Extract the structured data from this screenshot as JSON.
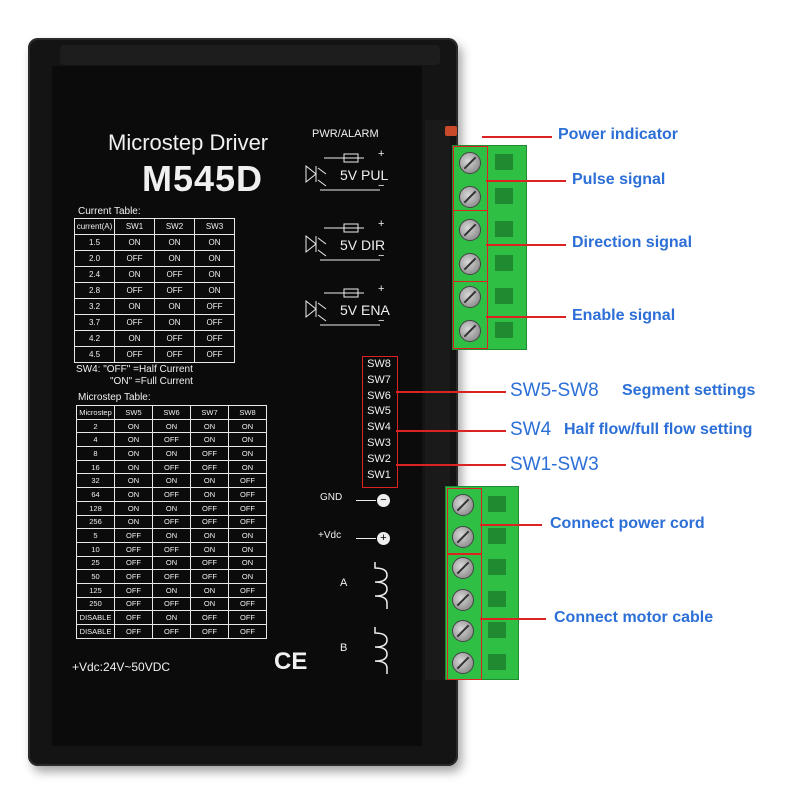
{
  "device": {
    "title": "Microstep Driver",
    "model": "M545D",
    "current_table_label": "Current Table:",
    "current_table": {
      "headers": [
        "current(A)",
        "SW1",
        "SW2",
        "SW3"
      ],
      "rows": [
        [
          "1.5",
          "ON",
          "ON",
          "ON"
        ],
        [
          "2.0",
          "OFF",
          "ON",
          "ON"
        ],
        [
          "2.4",
          "ON",
          "OFF",
          "ON"
        ],
        [
          "2.8",
          "OFF",
          "OFF",
          "ON"
        ],
        [
          "3.2",
          "ON",
          "ON",
          "OFF"
        ],
        [
          "3.7",
          "OFF",
          "ON",
          "OFF"
        ],
        [
          "4.2",
          "ON",
          "OFF",
          "OFF"
        ],
        [
          "4.5",
          "OFF",
          "OFF",
          "OFF"
        ]
      ]
    },
    "sw4_note_line1": "SW4: \"OFF\" =Half Current",
    "sw4_note_line2": "\"ON\" =Full Current",
    "microstep_table_label": "Microstep Table:",
    "microstep_table": {
      "headers": [
        "Microstep",
        "SW5",
        "SW6",
        "SW7",
        "SW8"
      ],
      "rows": [
        [
          "2",
          "ON",
          "ON",
          "ON",
          "ON"
        ],
        [
          "4",
          "ON",
          "OFF",
          "ON",
          "ON"
        ],
        [
          "8",
          "ON",
          "ON",
          "OFF",
          "ON"
        ],
        [
          "16",
          "ON",
          "OFF",
          "OFF",
          "ON"
        ],
        [
          "32",
          "ON",
          "ON",
          "ON",
          "OFF"
        ],
        [
          "64",
          "ON",
          "OFF",
          "ON",
          "OFF"
        ],
        [
          "128",
          "ON",
          "ON",
          "OFF",
          "OFF"
        ],
        [
          "256",
          "ON",
          "OFF",
          "OFF",
          "OFF"
        ],
        [
          "5",
          "OFF",
          "ON",
          "ON",
          "ON"
        ],
        [
          "10",
          "OFF",
          "OFF",
          "ON",
          "ON"
        ],
        [
          "25",
          "OFF",
          "ON",
          "OFF",
          "ON"
        ],
        [
          "50",
          "OFF",
          "OFF",
          "OFF",
          "ON"
        ],
        [
          "125",
          "OFF",
          "ON",
          "ON",
          "OFF"
        ],
        [
          "250",
          "OFF",
          "OFF",
          "ON",
          "OFF"
        ],
        [
          "DISABLE",
          "OFF",
          "ON",
          "OFF",
          "OFF"
        ],
        [
          "DISABLE",
          "OFF",
          "OFF",
          "OFF",
          "OFF"
        ]
      ]
    },
    "vdc_label": "+Vdc:24V~50VDC",
    "ce_mark": "CE",
    "pwr_alarm": "PWR/ALARM",
    "signals": [
      "5V PUL",
      "5V DIR",
      "5V ENA"
    ],
    "plus": "+",
    "minus": "−",
    "switches": [
      "SW8",
      "SW7",
      "SW6",
      "SW5",
      "SW4",
      "SW3",
      "SW2",
      "SW1"
    ],
    "gnd_label": "GND",
    "vdc_pin_label": "+Vdc",
    "coil_a": "A",
    "coil_b": "B"
  },
  "callouts": {
    "power_indicator": "Power indicator",
    "pulse_signal": "Pulse signal",
    "direction_signal": "Direction signal",
    "enable_signal": "Enable signal",
    "sw5_sw8": "SW5-SW8",
    "segment_settings": "Segment settings",
    "sw4": "SW4",
    "half_full_flow": "Half flow/full flow setting",
    "sw1_sw3": "SW1-SW3",
    "power_cord": "Connect power cord",
    "motor_cable": "Connect motor cable"
  },
  "colors": {
    "callout_text": "#2c6fd6",
    "callout_line": "#dd2222",
    "terminal_green": "#2fbf45",
    "device_black": "#141414"
  }
}
